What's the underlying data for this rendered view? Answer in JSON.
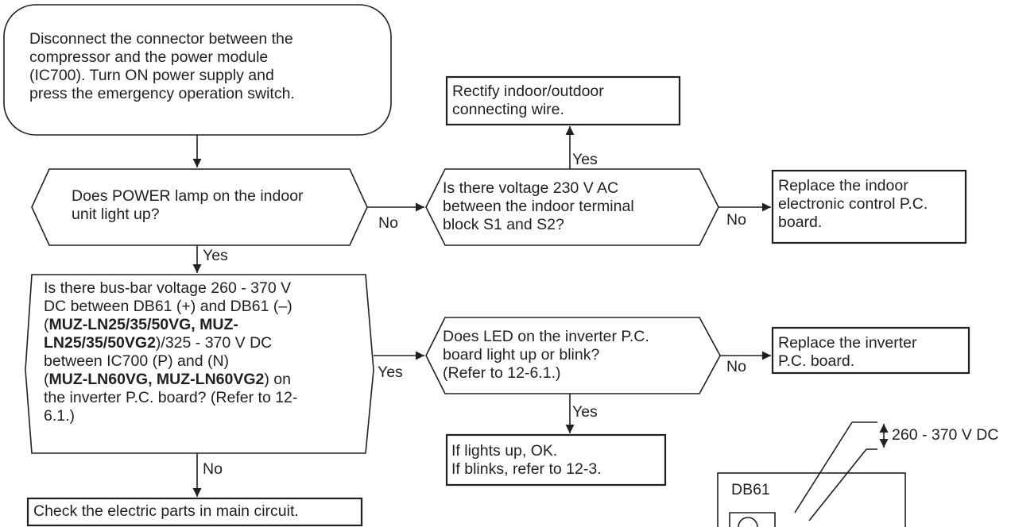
{
  "start": {
    "lines": [
      "Disconnect the connector between the",
      "compressor and the power module",
      "(IC700). Turn ON power supply and",
      "press the emergency operation switch."
    ]
  },
  "q_power_lamp": {
    "lines": [
      "Does POWER lamp on the indoor",
      "unit light up?"
    ]
  },
  "q_voltage_230": {
    "lines": [
      "Is there voltage 230 V AC",
      "between the indoor terminal",
      "block S1 and S2?"
    ]
  },
  "box_rectify": {
    "lines": [
      "Rectify indoor/outdoor",
      "connecting wire."
    ]
  },
  "box_replace_indoor": {
    "lines": [
      "Replace the indoor",
      "electronic control P.C.",
      "board."
    ]
  },
  "q_busbar": {
    "l1": "Is there bus-bar voltage 260 - 370 V",
    "l2": "DC between DB61 (+) and DB61 (–)",
    "l3a": "(",
    "l3b": "MUZ-LN25/35/50VG, MUZ-",
    "l4a": "LN25/35/50VG2",
    "l4b": ")/325 - 370 V DC",
    "l5": "between IC700 (P) and (N)",
    "l6a": "(",
    "l6b": "MUZ-LN60VG, MUZ-LN60VG2",
    "l6c": ") on",
    "l7": "the inverter P.C. board? (Refer to 12-",
    "l8": "6.1.)"
  },
  "q_led": {
    "lines": [
      "Does LED on the inverter P.C.",
      "board light up or blink?",
      "(Refer to 12-6.1.)"
    ]
  },
  "box_replace_inverter": {
    "lines": [
      "Replace the inverter",
      "P.C. board."
    ]
  },
  "box_lights": {
    "lines": [
      "If lights up, OK.",
      "If blinks, refer to 12-3."
    ]
  },
  "box_check": {
    "text": "Check the electric parts in main circuit."
  },
  "labels": {
    "yes": "Yes",
    "no": "No"
  },
  "inset": {
    "measurement": "260 - 370 V DC",
    "component": "DB61"
  },
  "colors": {
    "line": "#231f20",
    "text": "#231f20",
    "background": "#ffffff"
  }
}
